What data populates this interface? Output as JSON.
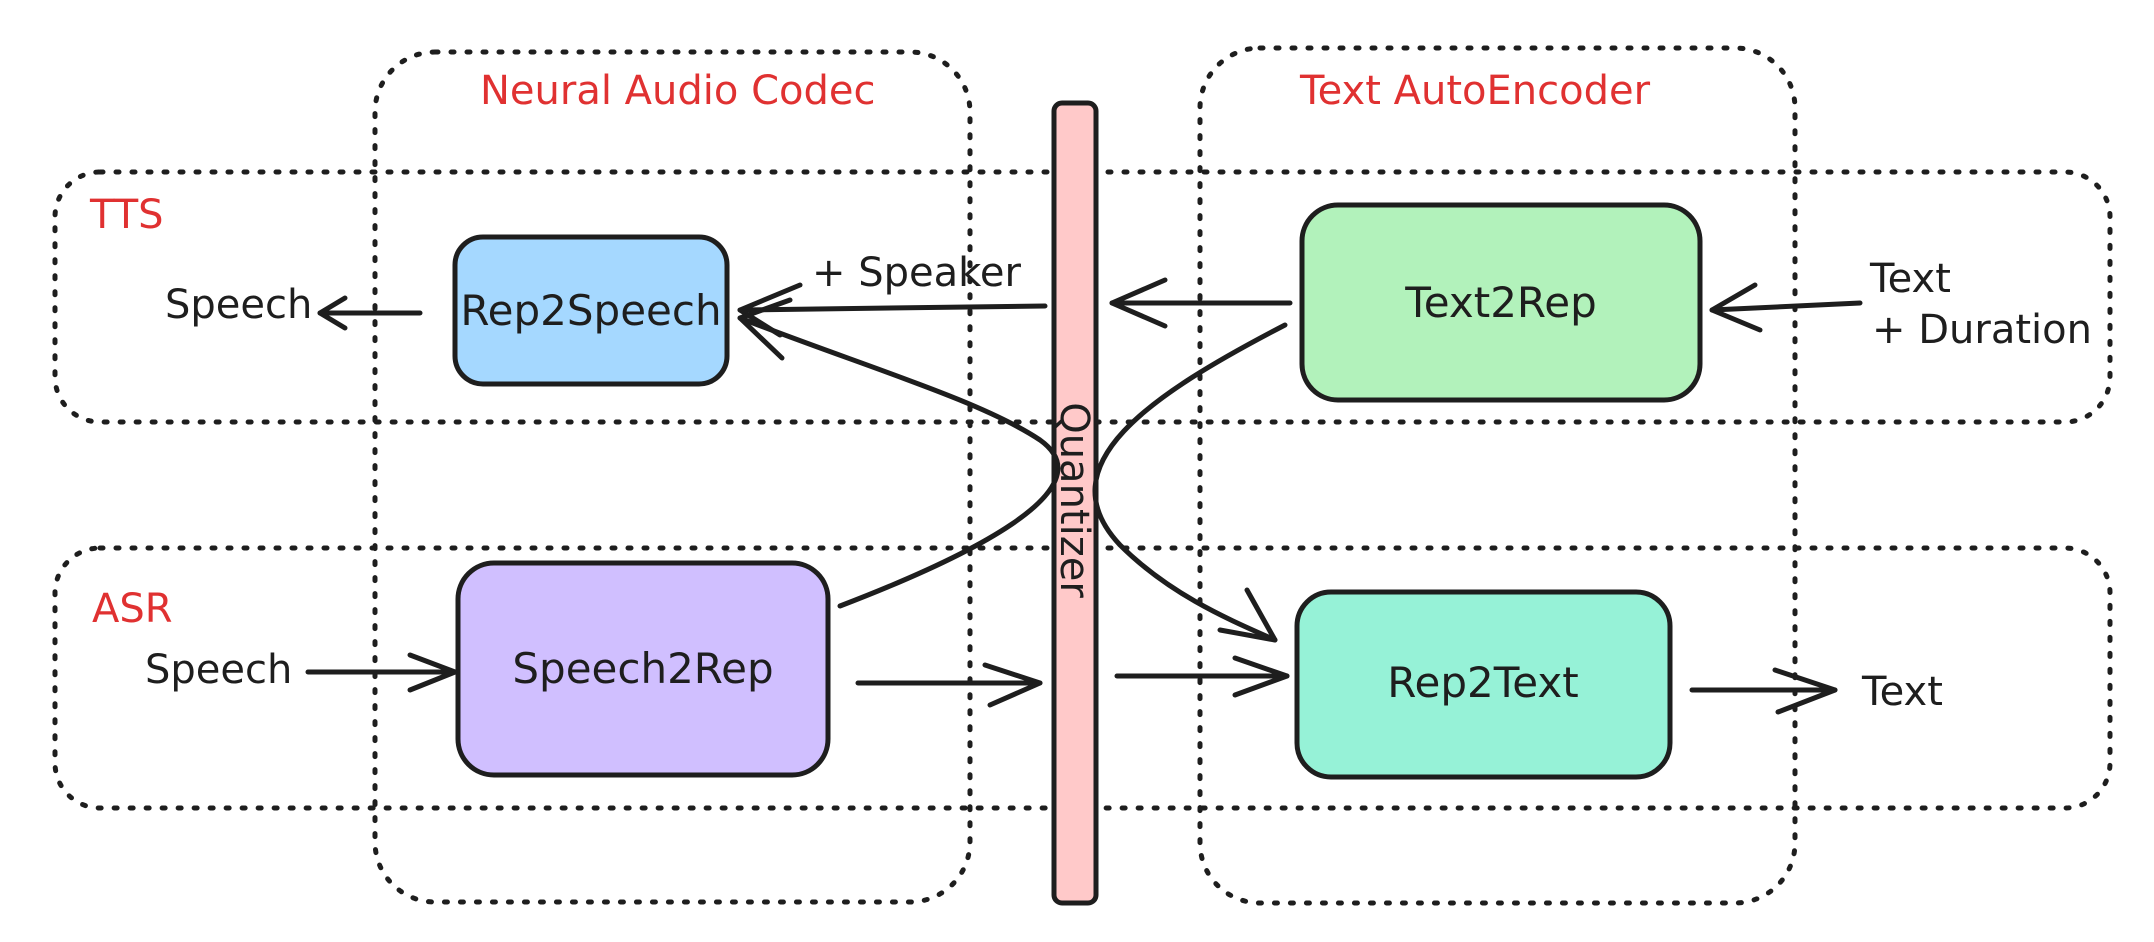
{
  "groups": {
    "neural_audio_codec": "Neural Audio Codec",
    "text_autoencoder": "Text AutoEncoder",
    "tts": "TTS",
    "asr": "ASR"
  },
  "nodes": {
    "rep2speech": "Rep2Speech",
    "speech2rep": "Speech2Rep",
    "text2rep": "Text2Rep",
    "rep2text": "Rep2Text",
    "quantizer": "Quantizer"
  },
  "labels": {
    "tts_output": "Speech",
    "asr_input": "Speech",
    "speaker": "+ Speaker",
    "text_in_line1": "Text",
    "text_in_line2": "+ Duration",
    "asr_output": "Text"
  },
  "colors": {
    "rep2speech": "#a5d8ff",
    "speech2rep": "#d0bfff",
    "text2rep": "#b2f2bb",
    "rep2text": "#96f2d7",
    "quantizer": "#ffc9c9",
    "group_label": "#e03131"
  }
}
